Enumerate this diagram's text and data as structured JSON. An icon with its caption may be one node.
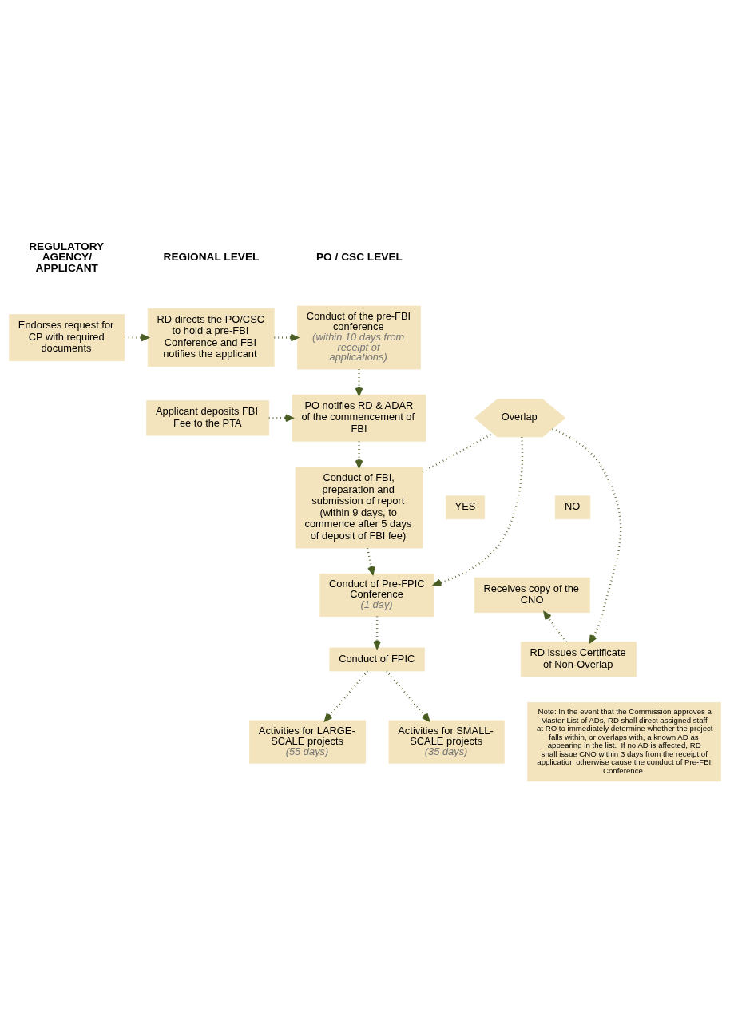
{
  "diagram": {
    "nodes": [
      {
        "text": [
          "Endorses request for CP with required documents"
        ]
      },
      {
        "text": [
          "RD directs the PO/CSC to hold a pre-FBI Conference and FBI notifies the applicant"
        ]
      },
      {
        "text": [
          "Conduct of the pre-FBI conference",
          "(within 10 days from receipt of applications)"
        ]
      },
      {
        "text": [
          "Applicant deposits FBI Fee to the PTA"
        ]
      },
      {
        "text": [
          "PO notifies RD & ADAR of the commencement of FBI"
        ]
      },
      {
        "text": [
          "Overlap"
        ]
      },
      {
        "text": [
          "NO"
        ]
      },
      {
        "text": [
          "YES"
        ]
      },
      {
        "text": [
          "Conduct of FBI, preparation and submission of report (within 9 days, to commence after 5 days of deposit of FBI fee)"
        ]
      },
      {
        "text": [
          "Receives copy of the CNO"
        ]
      },
      {
        "text": [
          "Conduct of Pre-FPIC Conference",
          "(1 day)"
        ]
      },
      {
        "text": [
          "RD issues Certificate of Non-Overlap"
        ]
      },
      {
        "text": [
          "Conduct of FPIC"
        ]
      },
      {
        "text": [
          "Activities for LARGE-SCALE projects",
          "(55 days)"
        ]
      },
      {
        "text": [
          "Activities for SMALL-SCALE projects",
          "(35 days)"
        ]
      },
      {
        "text": [
          "Note: In the event that the Commission approves a Master List of ADs, RD shall direct assigned staff at RO to immediately determine whether the project falls within, or overlaps with, a known AD as appearing in the list.  If no AD is affected, RD shall issue CNO within 3 days from the receipt of application otherwise cause the conduct of Pre-FBI Conference."
        ]
      }
    ],
    "edges": [
      {
        "from": 0,
        "to": 1,
        "arrow": "to"
      },
      {
        "from": 1,
        "to": 2,
        "arrow": "to"
      },
      {
        "from": 2,
        "to": 4,
        "arrow": "to"
      },
      {
        "from": 3,
        "to": 4,
        "arrow": "to"
      },
      {
        "from": 4,
        "to": 8,
        "arrow": "to"
      },
      {
        "from": 8,
        "to": 5,
        "arrow": "none"
      },
      {
        "from": 5,
        "to": 10,
        "arrow": "to"
      },
      {
        "from": 5,
        "to": 11,
        "arrow": "to"
      },
      {
        "from": 8,
        "to": 10,
        "arrow": "to"
      },
      {
        "from": 11,
        "to": 9,
        "arrow": "to"
      },
      {
        "from": 10,
        "to": 12,
        "arrow": "to"
      },
      {
        "from": 12,
        "to": 13,
        "arrow": "to"
      },
      {
        "from": 12,
        "to": 14,
        "arrow": "to"
      }
    ],
    "labels": [
      "REGULATORY AGENCY/ APPLICANT",
      "REGIONAL LEVEL",
      "PO / CSC LEVEL"
    ]
  }
}
